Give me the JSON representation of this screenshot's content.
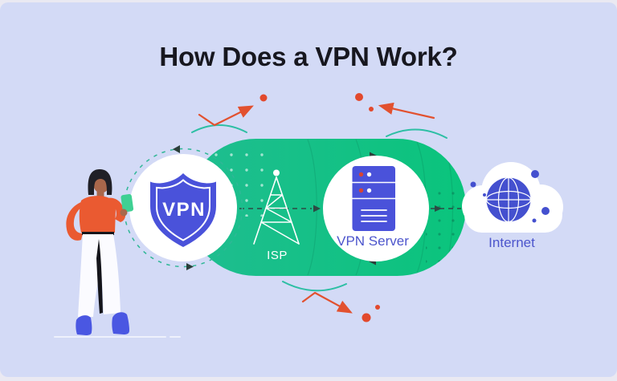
{
  "header": {
    "title": "How Does a VPN Work?"
  },
  "diagram": {
    "shield": {
      "label": "VPN"
    },
    "isp": {
      "label": "ISP"
    },
    "server": {
      "label": "VPN Server"
    },
    "internet": {
      "label": "Internet"
    }
  },
  "icons": {
    "vpn-shield-icon": "shield-badge",
    "isp-tower-icon": "radio-tower",
    "vpn-server-icon": "server-rack",
    "internet-cloud-icon": "cloud-with-globe",
    "globe-icon": "globe-grid",
    "smartphone-icon": "green-smartphone",
    "user-illustration": "person-holding-smartphone"
  },
  "colors": {
    "frame-bg": "#eae9f2",
    "canvas-bg": "#d3daf6",
    "title-color": "#17171f",
    "tunnel-green-start": "#1fbd90",
    "tunnel-green-end": "#0ac47c",
    "node-blue": "#4a52da",
    "globe-blue": "#4450cf",
    "label-blue": "#4c55cc",
    "accent-red": "#e2512f",
    "teal-accent": "#2dbfa4",
    "flow-line": "#2d4a44",
    "node-bg": "#ffffff"
  }
}
